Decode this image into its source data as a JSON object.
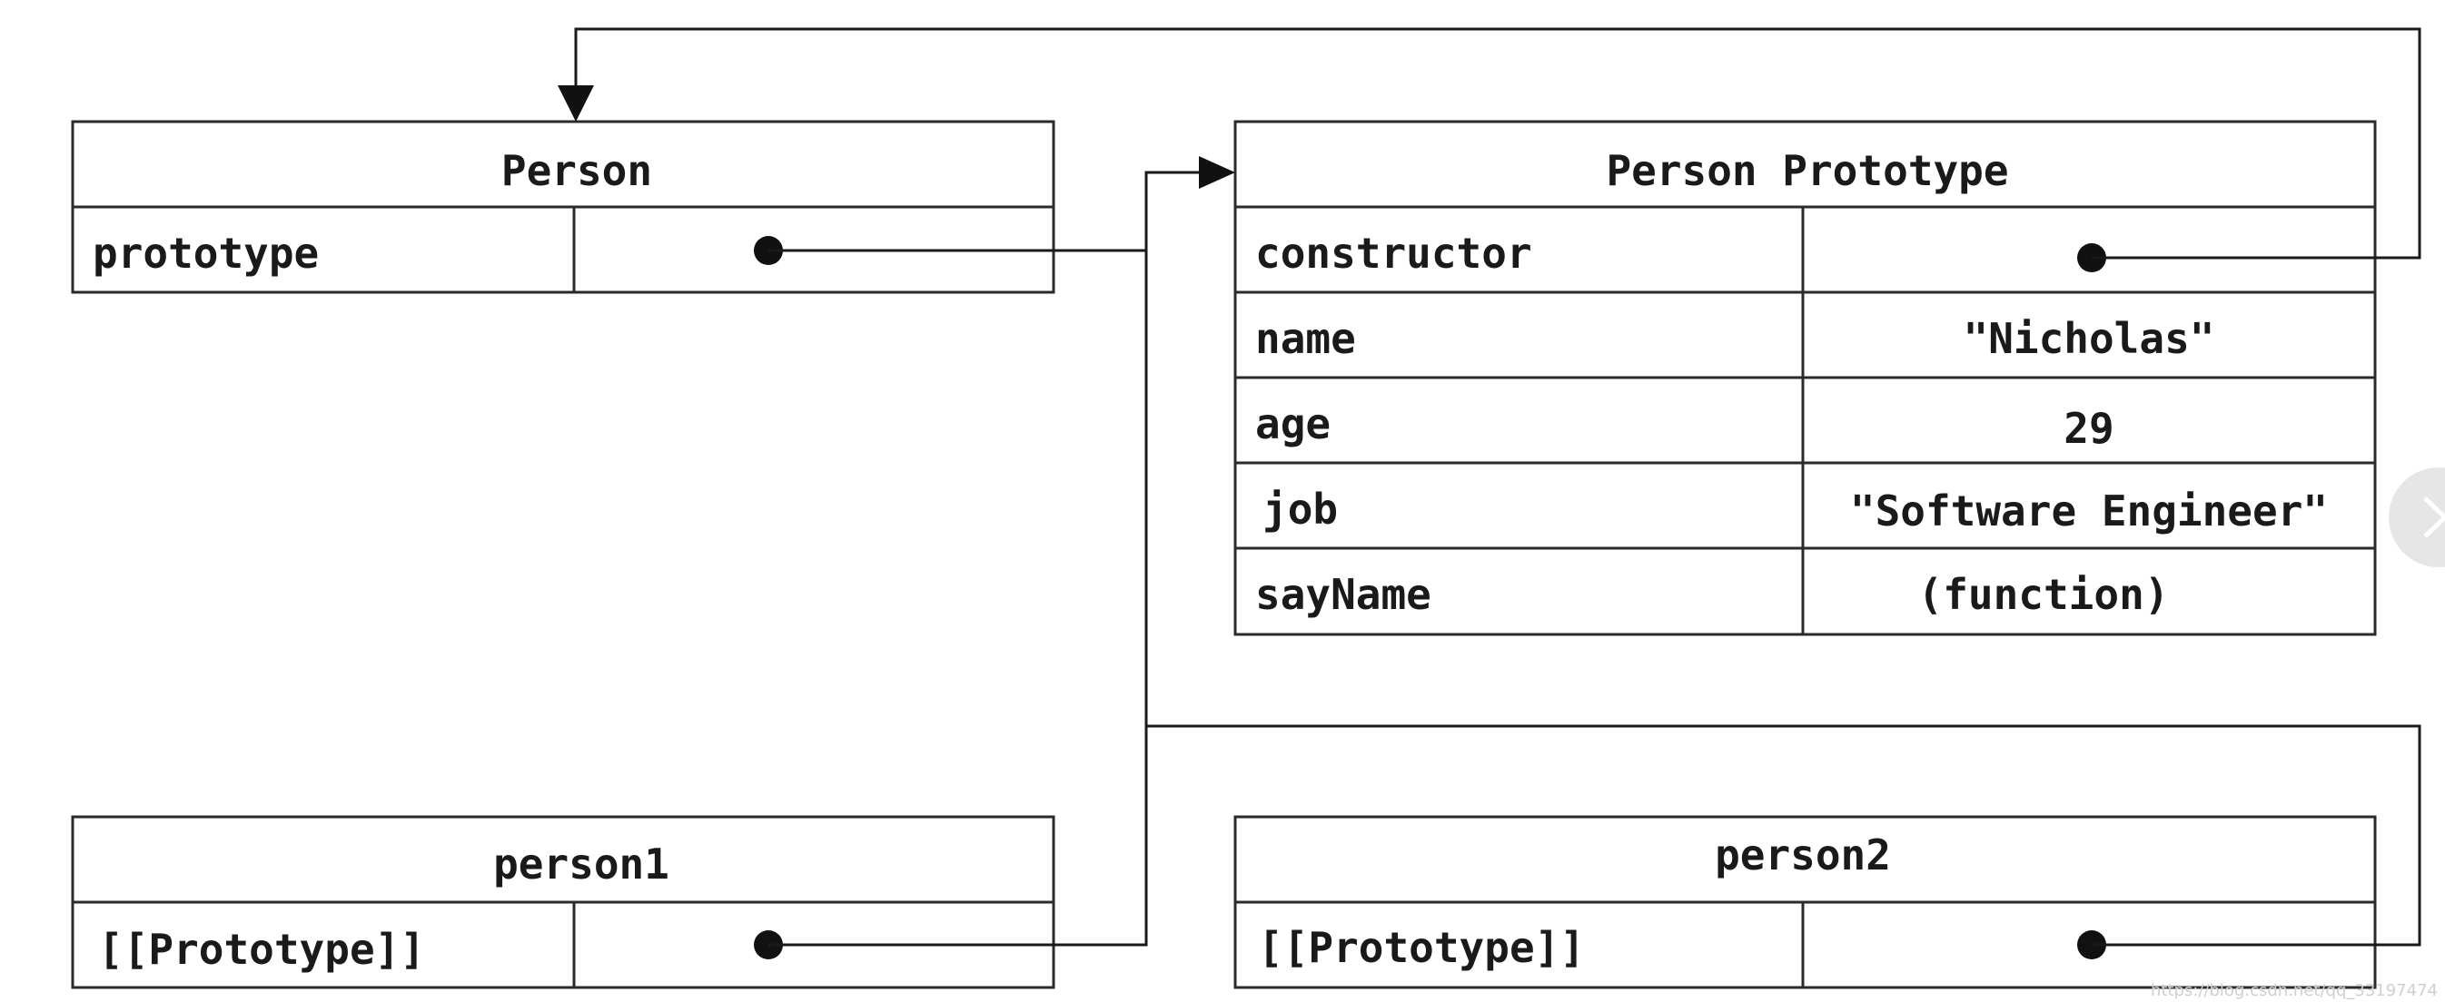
{
  "diagram": {
    "person": {
      "title": "Person",
      "rows": [
        {
          "key": "prototype",
          "value": ""
        }
      ]
    },
    "person_prototype": {
      "title": "Person Prototype",
      "rows": [
        {
          "key": "constructor",
          "value": ""
        },
        {
          "key": "name",
          "value": "\"Nicholas\""
        },
        {
          "key": "age",
          "value": "29"
        },
        {
          "key": "job",
          "value": "\"Software Engineer\""
        },
        {
          "key": "sayName",
          "value": "(function)"
        }
      ]
    },
    "person1": {
      "title": "person1",
      "rows": [
        {
          "key": "[[Prototype]]",
          "value": ""
        }
      ]
    },
    "person2": {
      "title": "person2",
      "rows": [
        {
          "key": "[[Prototype]]",
          "value": ""
        }
      ]
    }
  },
  "ui": {
    "side_button_icon": "chevron-right-icon",
    "watermark": "https://blog.csdn.net/qq_33197474"
  }
}
